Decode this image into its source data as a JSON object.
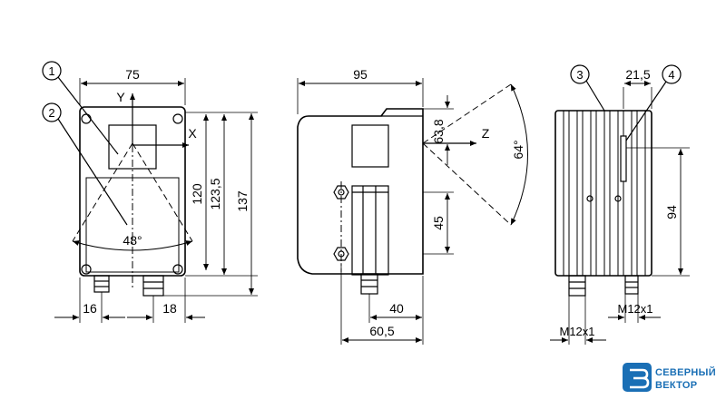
{
  "front_view": {
    "width": "75",
    "height_inner": "120",
    "height_mid": "123,5",
    "height_total": "137",
    "angle": "48°",
    "conn_left": "16",
    "conn_right": "18",
    "axis_x": "X",
    "axis_y": "Y",
    "callout_1": "1",
    "callout_2": "2"
  },
  "side_view": {
    "depth": "95",
    "offset_top": "63,8",
    "spacing": "45",
    "dim_40": "40",
    "dim_60_5": "60,5",
    "angle": "64°",
    "axis_z": "Z"
  },
  "rear_view": {
    "dim_21_5": "21,5",
    "dim_94": "94",
    "thread_right": "M12x1",
    "thread_left": "M12x1",
    "callout_3": "3",
    "callout_4": "4"
  },
  "logo": {
    "line1": "СЕВЕРНЫЙ",
    "line2": "ВЕКТОР",
    "color": "#1a6fb5"
  }
}
